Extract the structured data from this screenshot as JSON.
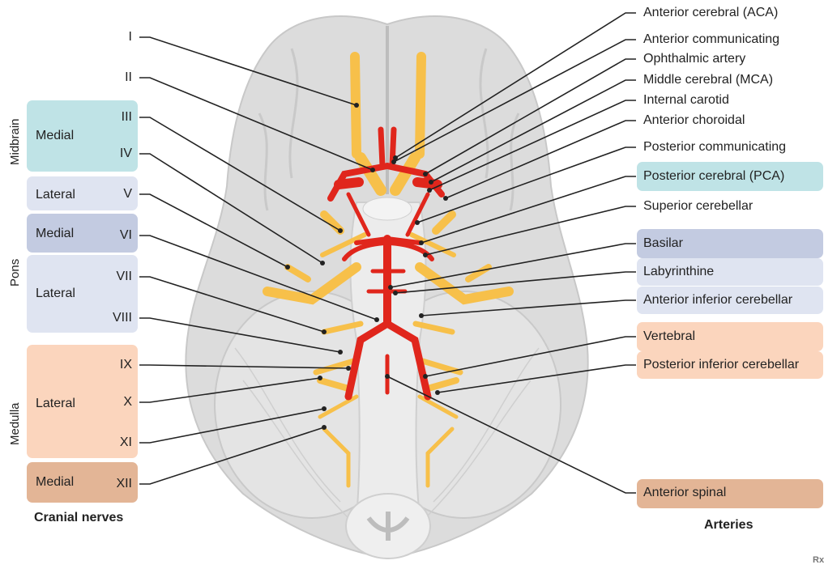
{
  "regions": {
    "midbrain": "Midbrain",
    "pons": "Pons",
    "medulla": "Medulla"
  },
  "groups": {
    "midbrain_medial": "Medial",
    "pons_lateral_upper": "Lateral",
    "pons_medial": "Medial",
    "pons_lateral_lower": "Lateral",
    "medulla_lateral": "Lateral",
    "medulla_medial": "Medial"
  },
  "nerves": [
    "I",
    "II",
    "III",
    "IV",
    "V",
    "VI",
    "VII",
    "VIII",
    "IX",
    "X",
    "XI",
    "XII"
  ],
  "arteries": [
    "Anterior cerebral (ACA)",
    "Anterior communicating",
    "Ophthalmic artery",
    "Middle cerebral (MCA)",
    "Internal carotid",
    "Anterior choroidal",
    "Posterior communicating",
    "Posterior cerebral (PCA)",
    "Superior cerebellar",
    "Basilar",
    "Labyrinthine",
    "Anterior inferior cerebellar",
    "Vertebral",
    "Posterior inferior cerebellar",
    "Anterior spinal"
  ],
  "footers": {
    "nerves": "Cranial nerves",
    "arteries": "Arteries"
  },
  "watermark": "Rx",
  "colors": {
    "midbrain": "#bfe3e6",
    "pons_lateral": "#dfe4f1",
    "pons_medial": "#c3cbe1",
    "medulla_lateral": "#fbd5bd",
    "medulla_medial": "#e3b596",
    "artery": "#e0261c",
    "nerve": "#f7c04a",
    "brain": "#d9d9d9"
  }
}
